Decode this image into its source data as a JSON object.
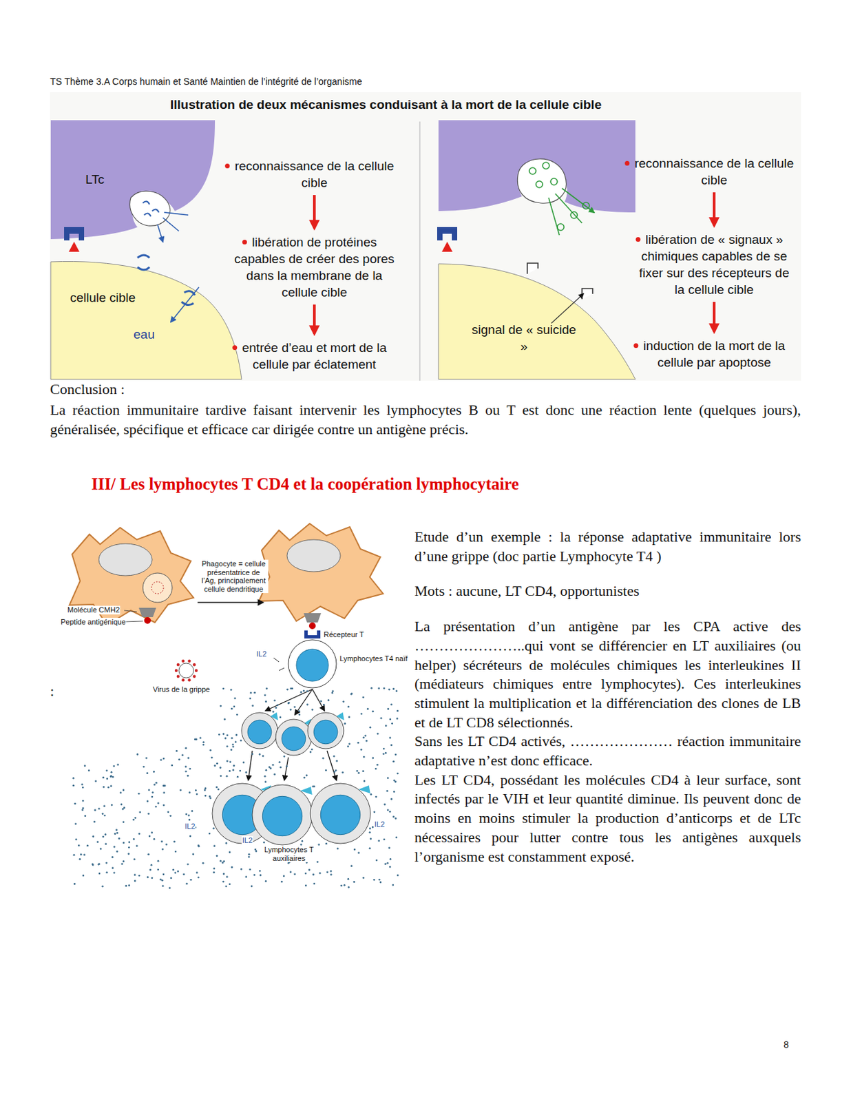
{
  "diagram": {
    "title": "Illustration de deux mécanismes conduisant à la mort de la cellule cible",
    "nodes": [
      {
        "text": [
          "reconnaissance de la cellule cible"
        ]
      },
      {
        "text": [
          "libération de protéines capables de créer des pores dans la membrane de la cellule cible"
        ]
      },
      {
        "text": [
          "entrée d’eau et mort de la cellule par éclatement"
        ]
      },
      {
        "text": [
          "reconnaissance de la cellule cible"
        ]
      },
      {
        "text": [
          "libération de « signaux » chimiques capables de se fixer sur des récepteurs de la cellule cible"
        ]
      },
      {
        "text": [
          "induction de la mort de la cellule par apoptose"
        ]
      }
    ],
    "edges": [
      {
        "from": 0,
        "to": 1,
        "arrow": "to"
      },
      {
        "from": 1,
        "to": 2,
        "arrow": "to"
      },
      {
        "from": 3,
        "to": 4,
        "arrow": "to"
      },
      {
        "from": 4,
        "to": 5,
        "arrow": "to"
      }
    ],
    "labels": [
      "TS Thème 3.A Corps humain et Santé Maintien de l’intégrité de l’organisme",
      "LTc",
      "cellule cible",
      "eau",
      "signal de « suicide »",
      "Conclusion :",
      "La réaction immunitaire tardive faisant intervenir les lymphocytes B ou T est donc une réaction lente (quelques jours), généralisée, spécifique et efficace car dirigée contre un antigène précis.",
      "III/ Les lymphocytes T CD4 et la coopération lymphocytaire",
      "Phagocyte = cellule présentatrice de l’Ag, principalement cellule dendritique",
      "Molécule CMH2",
      "Peptide antigénique",
      "Récepteur T",
      "IL2",
      "Lymphocytes T4 naïf",
      "Virus de la grippe",
      ":",
      "IL2",
      "IL2",
      "IL2",
      "Lymphocytes T auxiliaires",
      "Etude d’un exemple : la réponse adaptative immunitaire lors d’une grippe (doc partie Lymphocyte T4 )",
      "Mots : aucune, LT CD4, opportunistes",
      "La présentation d’un antigène par les CPA active des …………………..qui vont se différencier en LT auxiliaires (ou helper) sécréteurs de molécules chimiques les interleukines II (médiateurs chimiques entre lymphocytes). Ces interleukines stimulent la multiplication et la différenciation des clones de LB et de LT CD8 sélectionnés.",
      "Sans les LT CD4 activés, ………………… réaction immunitaire adaptative n’est donc efficace.",
      "Les LT CD4, possédant les molécules CD4 à leur surface, sont infectés par le VIH et leur quantité diminue. Ils peuvent donc de moins en moins stimuler la production d’anticorps et de LTc nécessaires pour lutter contre tous les antigènes auxquels l’organisme est constamment exposé.",
      "8"
    ]
  }
}
